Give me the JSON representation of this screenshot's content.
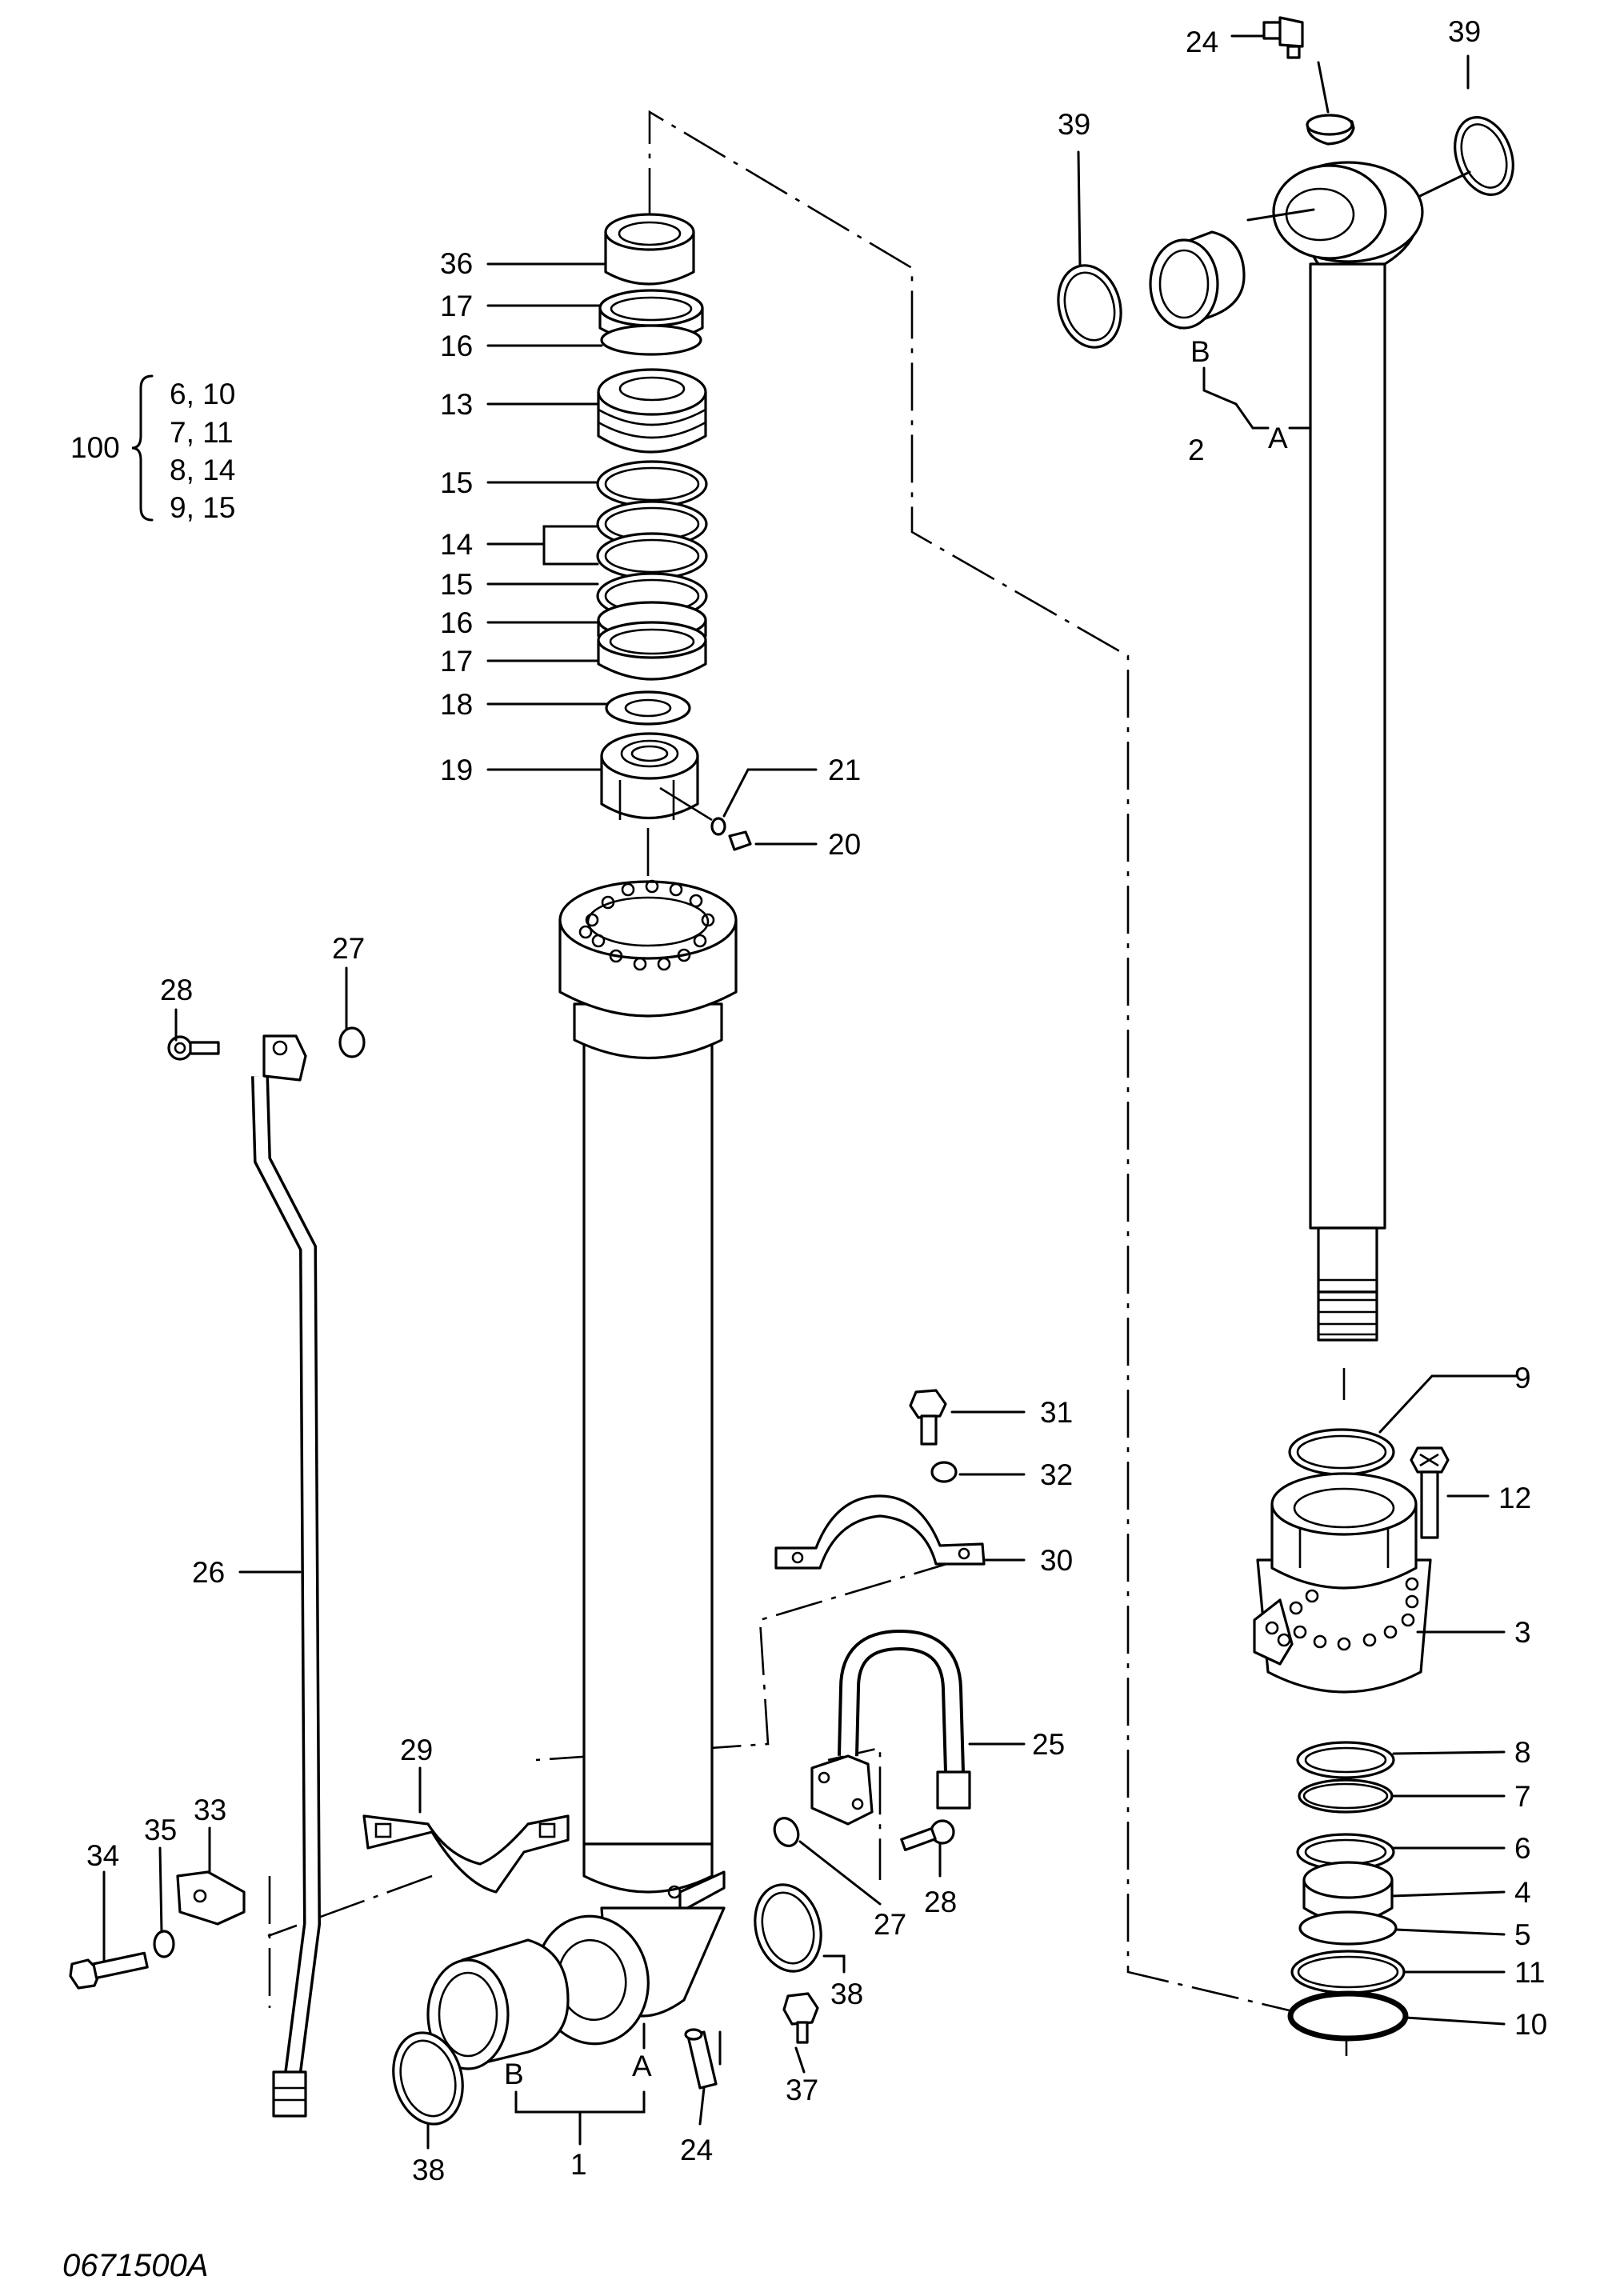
{
  "drawing_code": "0671500A",
  "kit": {
    "number": "100",
    "rows": [
      "6, 10",
      "7, 11",
      "8, 14",
      "9, 15"
    ]
  },
  "callouts": {
    "c36": "36",
    "c17a": "17",
    "c16a": "16",
    "c13": "13",
    "c15a": "15",
    "c14": "14",
    "c15b": "15",
    "c16b": "16",
    "c17b": "17",
    "c18": "18",
    "c19": "19",
    "c21": "21",
    "c20": "20",
    "c24a": "24",
    "c39a": "39",
    "c39b": "39",
    "c2": "2",
    "cA2": "A",
    "cB2": "B",
    "c9": "9",
    "c12": "12",
    "c3": "3",
    "c8": "8",
    "c7": "7",
    "c6": "6",
    "c4": "4",
    "c5": "5",
    "c11": "11",
    "c10": "10",
    "c31": "31",
    "c32": "32",
    "c30": "30",
    "c25": "25",
    "c28a": "28",
    "c27a": "27",
    "c26": "26",
    "c29": "29",
    "c33": "33",
    "c34": "34",
    "c35": "35",
    "c28b": "28",
    "c27b": "27",
    "c38a": "38",
    "c37": "37",
    "c38b": "38",
    "cB1": "B",
    "cA1": "A",
    "c1": "1",
    "c24b": "24"
  }
}
